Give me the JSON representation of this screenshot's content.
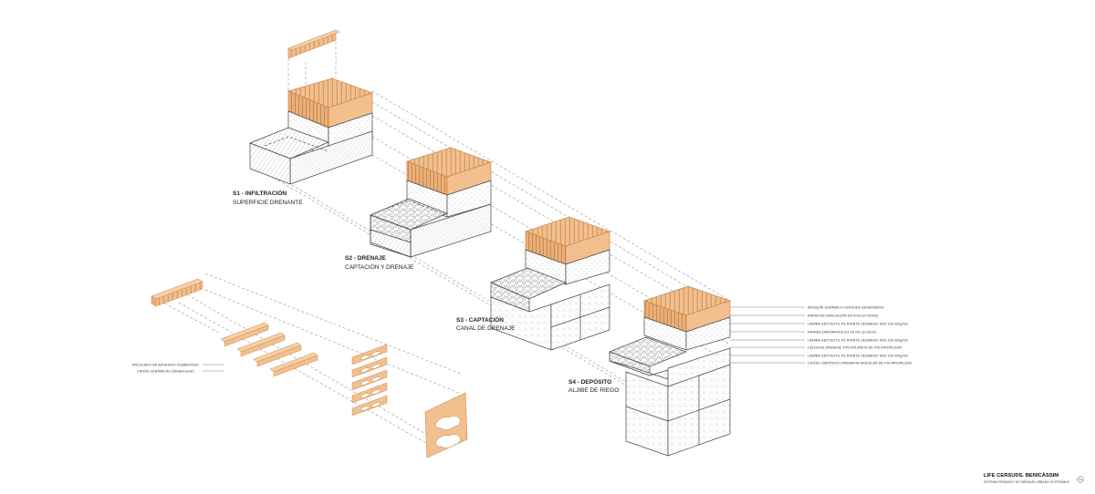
{
  "colors": {
    "tile": "#f2c08f",
    "tile_stroke": "#c98a4e",
    "tile_dark": "#e3a868",
    "line": "#444444",
    "dash": "#777777"
  },
  "sections": [
    {
      "code": "S1 - INFILTRACIÓN",
      "desc": "SUPERFICIE DRENANTE"
    },
    {
      "code": "S2 - DRENAJE",
      "desc": "CAPTACIÓN Y DRENAJE"
    },
    {
      "code": "S3 - CAPTACIÓN",
      "desc": "CANAL DE DRENAJE"
    },
    {
      "code": "S4 - DEPÓSITO",
      "desc": "ALJIBE DE RIEGO"
    }
  ],
  "layers": [
    "ADOQUÍN CERÁMICO CERSUDS 330x80x80mm",
    "ARENA DE NIVELACIÓN 0/2-4mm (e=30mm)",
    "LÁMINA GEOTEXTIL FILTRANTE GEOBASIC SRS 100-160g/m2",
    "GRAVAS DRENANTES 0/4-20 mm (e=20cm)",
    "LÁMINA GEOTEXTIL FILTRANTE GEOBASIC SRS 100-160g/m2",
    "CELDA DE DRENAJE TIPO ATLANTIS DE POLIPROPILENO",
    "LÁMINA GEOTEXTIL FILTRANTE GEOBASIC SRS 100-160g/m2",
    "CAJÓN / DEPÓSITO DRENANTE MODULAR DE POLIPROPILENO"
  ],
  "tile_parts": [
    "ENCOLADO DE ADHESIVO CEMENTOSO",
    "CINTAS CERÁMICAS 330x80x10mm"
  ],
  "project": {
    "title": "LIFE CERSUDS. BENICÀSSIM",
    "subtitle": "SISTEMA CERÁMICO DE DRENAJE URBANO SOSTENIBLE"
  }
}
